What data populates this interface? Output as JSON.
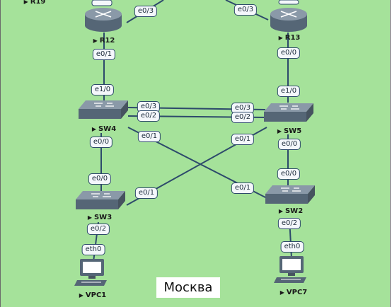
{
  "site_label": "Москва",
  "devices": {
    "r19": "R19",
    "r12": "R12",
    "r13": "R13",
    "sw4": "SW4",
    "sw5": "SW5",
    "sw3": "SW3",
    "sw2": "SW2",
    "vpc1": "VPC1",
    "vpc7": "VPC7"
  },
  "interfaces": {
    "r12_e0_3": "e0/3",
    "r13_e0_3": "e0/3",
    "r12_e0_1": "e0/1",
    "r13_e0_0": "e0/0",
    "sw4_e1_0": "e1/0",
    "sw5_e1_0": "e1/0",
    "sw4_e0_3": "e0/3",
    "sw4_e0_2": "e0/2",
    "sw5_e0_3": "e0/3",
    "sw5_e0_2": "e0/2",
    "sw4_e0_1": "e0/1",
    "sw5_e0_1": "e0/1",
    "sw4_e0_0": "e0/0",
    "sw5_e0_0": "e0/0",
    "sw3_e0_0": "e0/0",
    "sw2_e0_0": "e0/0",
    "sw3_e0_1": "e0/1",
    "sw2_e0_1": "e0/1",
    "sw3_e0_2": "e0/2",
    "sw2_e0_2": "e0/2",
    "vpc1_eth0": "eth0",
    "vpc7_eth0": "eth0"
  },
  "colors": {
    "background": "#a5e29a",
    "link": "#2d4a6b",
    "device": "#5f6f80"
  }
}
